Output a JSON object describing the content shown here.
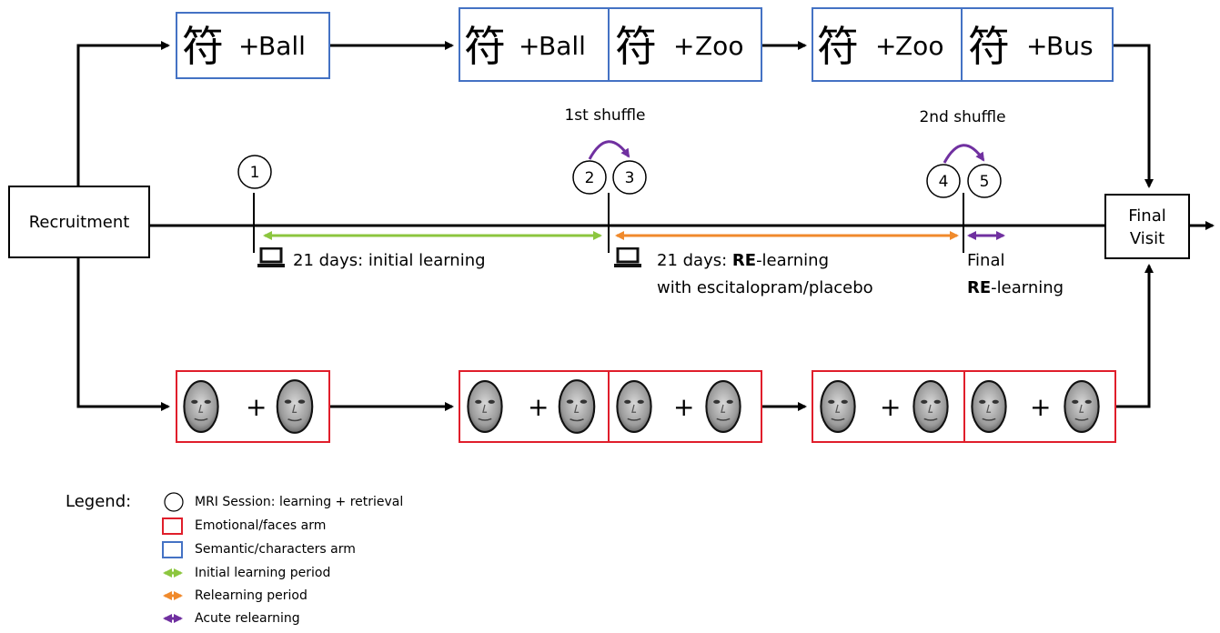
{
  "character": "符",
  "plus": "+",
  "semantic": {
    "box1": {
      "word": "Ball"
    },
    "box2": {
      "word_a": "Ball",
      "word_b": "Zoo"
    },
    "box3": {
      "word_a": "Zoo",
      "word_b": "Bus"
    }
  },
  "recruitment_label": "Recruitment",
  "final_visit": {
    "line1": "Final",
    "line2": "Visit"
  },
  "shuffles": {
    "first": "1st shuffle",
    "second": "2nd shuffle"
  },
  "sessions": [
    "1",
    "2",
    "3",
    "4",
    "5"
  ],
  "periods": {
    "initial": "21 days: initial learning",
    "relearn_prefix": "21 days: ",
    "relearn_bold": "RE",
    "relearn_suffix": "-learning",
    "relearn_line2": "with escitalopram/placebo",
    "final_line1": "Final",
    "final_bold": "RE",
    "final_suffix": "-learning"
  },
  "legend": {
    "title": "Legend:",
    "items": [
      {
        "label": "MRI Session: learning + retrieval",
        "kind": "circle"
      },
      {
        "label": "Emotional/faces arm",
        "kind": "box",
        "color": "#e01e2b"
      },
      {
        "label": "Semantic/characters arm",
        "kind": "box",
        "color": "#4472c4"
      },
      {
        "label": "Initial learning period",
        "kind": "arrow",
        "color": "#8cc63f"
      },
      {
        "label": "Relearning period",
        "kind": "arrow",
        "color": "#f08a2c"
      },
      {
        "label": "Acute relearning",
        "kind": "arrow",
        "color": "#7030a0"
      }
    ]
  },
  "colors": {
    "semantic_box": "#4472c4",
    "faces_box": "#e01e2b",
    "initial": "#8cc63f",
    "relearning": "#f08a2c",
    "acute": "#7030a0",
    "shuffle_arc": "#7030a0"
  }
}
